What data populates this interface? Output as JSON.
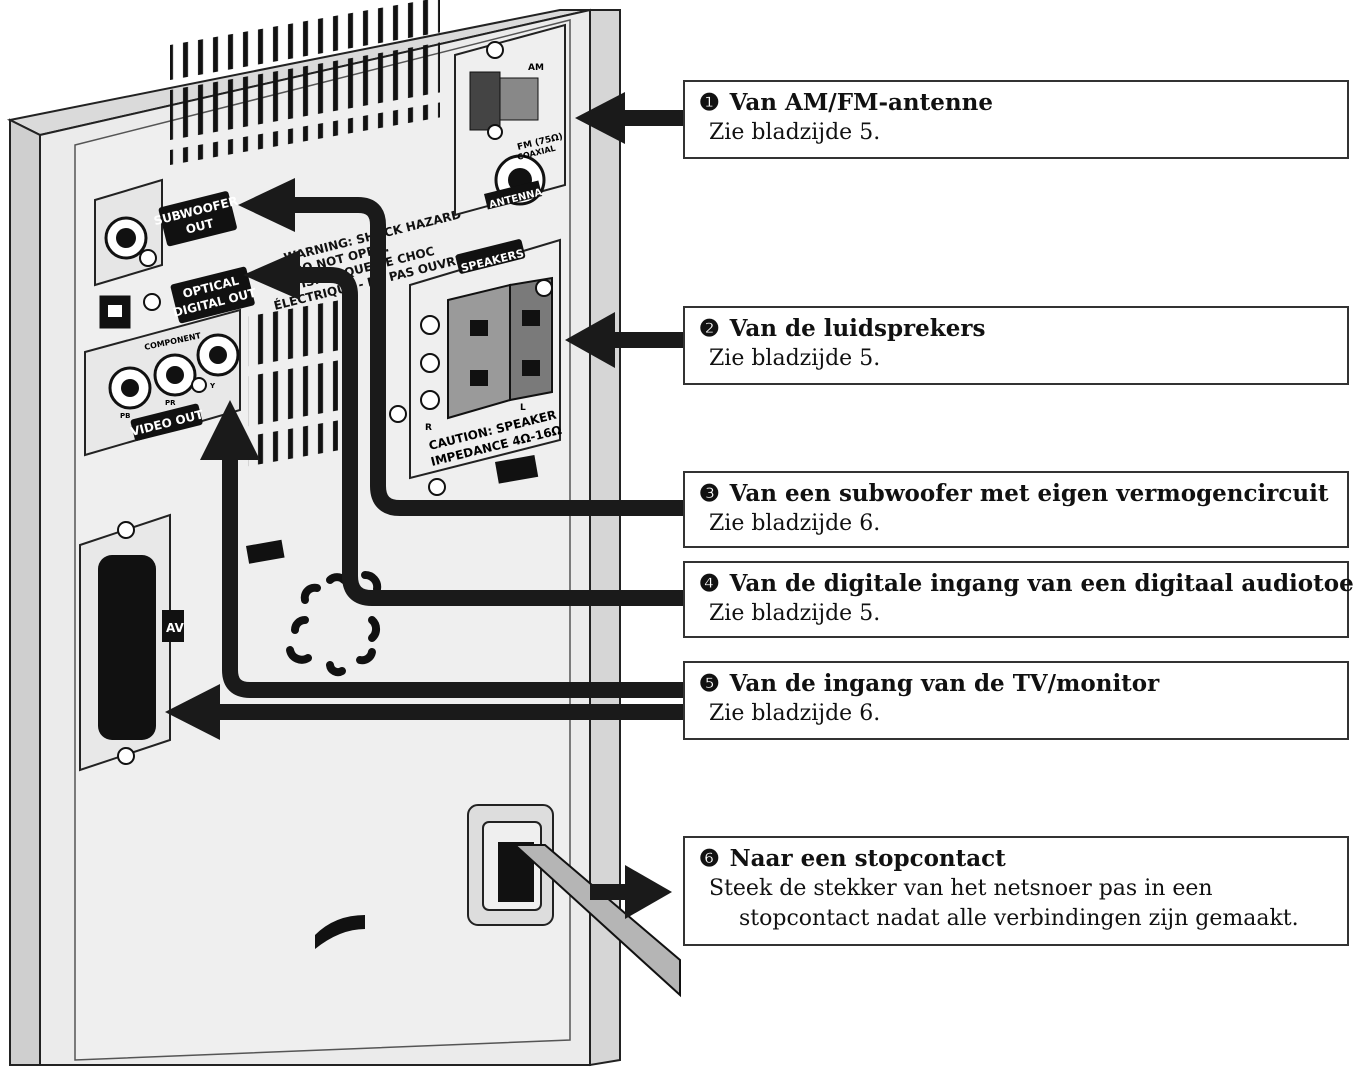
{
  "callouts": [
    {
      "num": "❶",
      "title": "Van AM/FM-antenne",
      "desc": "Zie bladzijde 5."
    },
    {
      "num": "❷",
      "title": "Van de luidsprekers",
      "desc": "Zie bladzijde 5."
    },
    {
      "num": "❸",
      "title": "Van een subwoofer met eigen vermogencircuit",
      "desc": "Zie bladzijde 6."
    },
    {
      "num": "❹",
      "title": "Van de digitale ingang van een digitaal audiotoestel",
      "desc": "Zie bladzijde 5."
    },
    {
      "num": "❺",
      "title": "Van de ingang van de TV/monitor",
      "desc": "Zie bladzijde 6."
    },
    {
      "num": "❻",
      "title": "Naar een stopcontact",
      "desc": "Steek de stekker van het netsnoer pas in een",
      "desc2": "stopcontact nadat alle verbindingen zijn gemaakt."
    }
  ],
  "panel_labels": {
    "subwoofer_out_1": "SUBWOOFER",
    "subwoofer_out_2": "OUT",
    "optical_1": "OPTICAL",
    "optical_2": "DIGITAL OUT",
    "component": "COMPONENT",
    "video_out": "VIDEO OUT",
    "pb": "PB",
    "pr": "PR",
    "y": "Y",
    "speakers": "SPEAKERS",
    "caution_1": "CAUTION: SPEAKER",
    "caution_2": "IMPEDANCE 4Ω-16Ω",
    "am": "AM",
    "fm_1": "FM (75Ω)",
    "fm_2": "COAXIAL",
    "antenna": "ANTENNA",
    "av": "AV",
    "warning_1": "WARNING: SHOCK HAZARD",
    "warning_2": "- DO NOT OPEN.",
    "warning_3": "AVIS: RISQUE DE CHOC",
    "warning_4": "ÉLECTRIQUE - NE PAS OUVRIR",
    "spk_l": "L",
    "spk_r": "R"
  },
  "colors": {
    "panel": "#ececec",
    "panel_side": "#d4d4d4",
    "arrow": "#1a1a1a",
    "outline": "#222222"
  }
}
